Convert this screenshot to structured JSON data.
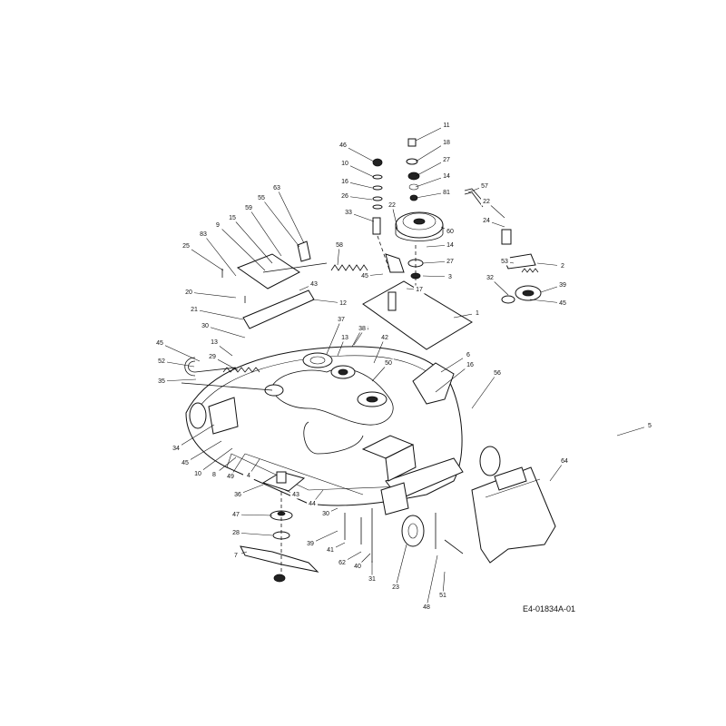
{
  "diagram": {
    "reference_code": "E4-01834A-01",
    "callouts": [
      "11",
      "18",
      "27",
      "14",
      "81",
      "46",
      "10",
      "16",
      "26",
      "33",
      "22",
      "60",
      "14",
      "27",
      "3",
      "57",
      "22",
      "24",
      "53",
      "2",
      "32",
      "39",
      "45",
      "63",
      "55",
      "59",
      "15",
      "9",
      "25",
      "83",
      "58",
      "43",
      "12",
      "45",
      "17",
      "45",
      "1",
      "20",
      "21",
      "30",
      "37",
      "13",
      "45",
      "38",
      "42",
      "13",
      "29",
      "52",
      "6",
      "16",
      "35",
      "50",
      "56",
      "34",
      "45",
      "10",
      "8",
      "49",
      "4",
      "36",
      "43",
      "44",
      "5",
      "64",
      "30",
      "47",
      "39",
      "41",
      "62",
      "40",
      "31",
      "28",
      "7",
      "23",
      "48",
      "51"
    ]
  }
}
